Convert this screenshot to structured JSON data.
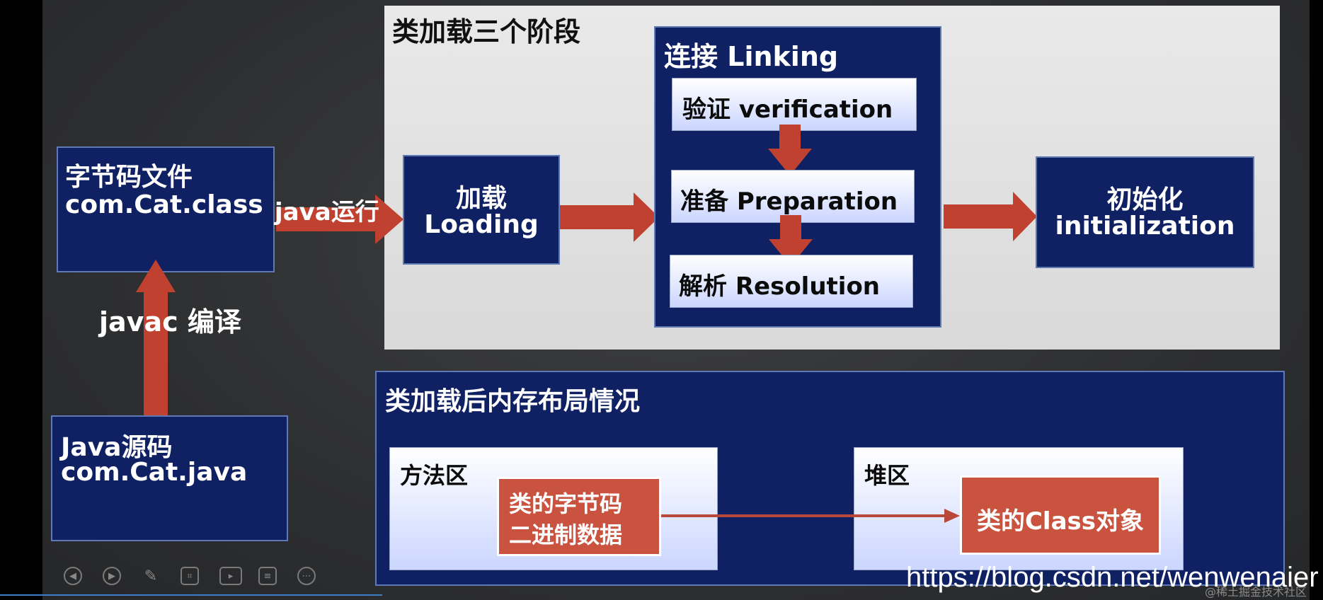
{
  "bytecode_file": {
    "line1": "字节码文件",
    "line2": "com.Cat.class"
  },
  "java_source": {
    "line1": "Java源码",
    "line2": "com.Cat.java"
  },
  "arrows": {
    "java_run": "java运行",
    "javac_compile": "javac 编译"
  },
  "class_loading": {
    "title": "类加载三个阶段",
    "loading": {
      "line1": "加载",
      "line2": "Loading"
    },
    "linking": {
      "title": "连接 Linking",
      "verification": "验证 verification",
      "preparation": "准备 Preparation",
      "resolution": "解析 Resolution"
    },
    "initialization": {
      "line1": "初始化",
      "line2": "initialization"
    }
  },
  "memory_layout": {
    "title": "类加载后内存布局情况",
    "method_area": {
      "label": "方法区",
      "item_line1": "类的字节码",
      "item_line2": "二进制数据"
    },
    "heap_area": {
      "label": "堆区",
      "item": "类的Class对象"
    }
  },
  "watermark_url": "https://blog.csdn.net/wenwenaier",
  "watermark_small": "@稀土掘金技术社区",
  "colors": {
    "dark_box": "#0f2063",
    "arrow_red": "#c0412f",
    "red_box": "#c9533f"
  }
}
